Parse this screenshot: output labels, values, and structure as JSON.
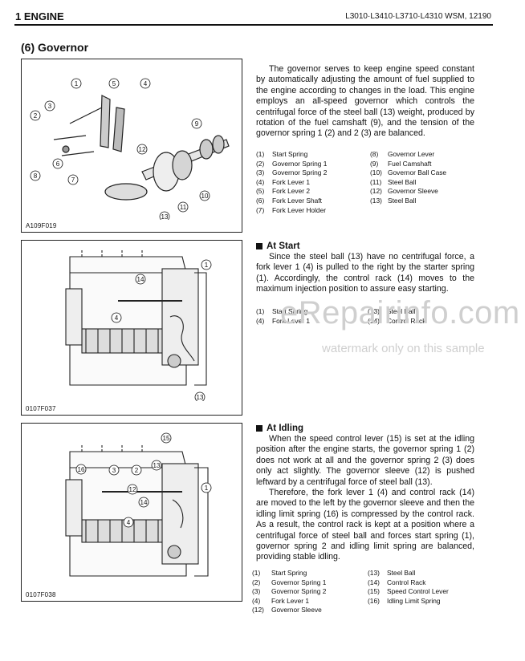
{
  "header": {
    "section": "1 ENGINE",
    "models": "L3010·L3410·L3710·L4310  WSM, 12190"
  },
  "section_title": "(6) Governor",
  "figures": {
    "fig1_code": "A109F019",
    "fig2_code": "0107F037",
    "fig3_code": "0107F038"
  },
  "intro_text": "The governor serves to keep engine speed constant by automatically adjusting the amount of fuel supplied to the engine according to changes in the load. This engine employs an all-speed governor which controls the centrifugal force of the steel ball (13) weight, produced by rotation of the fuel camshaft (9), and the tension of the governor spring 1 (2) and 2 (3) are balanced.",
  "legend1_left": [
    {
      "num": "(1)",
      "label": "Start Spring"
    },
    {
      "num": "(2)",
      "label": "Governor Spring 1"
    },
    {
      "num": "(3)",
      "label": "Governor Spring 2"
    },
    {
      "num": "(4)",
      "label": "Fork Lever 1"
    },
    {
      "num": "(5)",
      "label": "Fork Lever 2"
    },
    {
      "num": "(6)",
      "label": "Fork Lever Shaft"
    },
    {
      "num": "(7)",
      "label": "Fork Lever Holder"
    }
  ],
  "legend1_right": [
    {
      "num": "(8)",
      "label": "Governor Lever"
    },
    {
      "num": "(9)",
      "label": "Fuel Camshaft"
    },
    {
      "num": "(10)",
      "label": "Governor Ball Case"
    },
    {
      "num": "(11)",
      "label": "Steel Ball"
    },
    {
      "num": "(12)",
      "label": "Governor Sleeve"
    },
    {
      "num": "(13)",
      "label": "Steel Ball"
    }
  ],
  "at_start": {
    "heading": "At Start",
    "text": "Since the steel ball (13) have no centrifugal force, a fork lever 1 (4) is pulled to the right by the starter spring (1). Accordingly, the control rack (14) moves to the maximum injection position to assure easy starting.",
    "legend_left": [
      {
        "num": "(1)",
        "label": "Start Spring"
      },
      {
        "num": "(4)",
        "label": "Fork Lever 1"
      }
    ],
    "legend_right": [
      {
        "num": "(13)",
        "label": "Steel Ball"
      },
      {
        "num": "(14)",
        "label": "Control Rack"
      }
    ]
  },
  "at_idling": {
    "heading": "At Idling",
    "text1": "When the speed control lever (15) is set at the idling position after the engine starts, the governor spring 1 (2) does not work at all and the governor spring 2 (3) does only act slightly. The governor sleeve (12) is pushed leftward by a centrifugal force of steel ball (13).",
    "text2": "Therefore, the fork lever 1 (4) and control rack (14) are moved to the left by the governor sleeve and then the idling limit spring (16) is compressed by the control rack. As a result, the control rack is kept at a position where a centrifugal force of steel ball and forces start spring (1), governor spring 2 and idling limit spring are balanced, providing stable idling.",
    "legend_left": [
      {
        "num": "(1)",
        "label": "Start Spring"
      },
      {
        "num": "(2)",
        "label": "Governor Spring 1"
      },
      {
        "num": "(3)",
        "label": "Governor Spring 2"
      },
      {
        "num": "(4)",
        "label": "Fork Lever 1"
      },
      {
        "num": "(12)",
        "label": "Governor Sleeve"
      }
    ],
    "legend_right": [
      {
        "num": "(13)",
        "label": "Steel Ball"
      },
      {
        "num": "(14)",
        "label": "Control Rack"
      },
      {
        "num": "(15)",
        "label": "Speed Control Lever"
      },
      {
        "num": "(16)",
        "label": "Idling Limit Spring"
      }
    ]
  },
  "watermark": {
    "brand": "eRepairinfo.com",
    "notice": "watermark only on this sample"
  },
  "callouts": {
    "fig1": [
      "1",
      "5",
      "4",
      "3",
      "2",
      "6",
      "7",
      "8",
      "9",
      "12",
      "10",
      "11",
      "13"
    ],
    "fig2": [
      "1",
      "14",
      "4",
      "13"
    ],
    "fig3": [
      "15",
      "16",
      "13",
      "3",
      "2",
      "12",
      "14",
      "1",
      "4"
    ]
  }
}
